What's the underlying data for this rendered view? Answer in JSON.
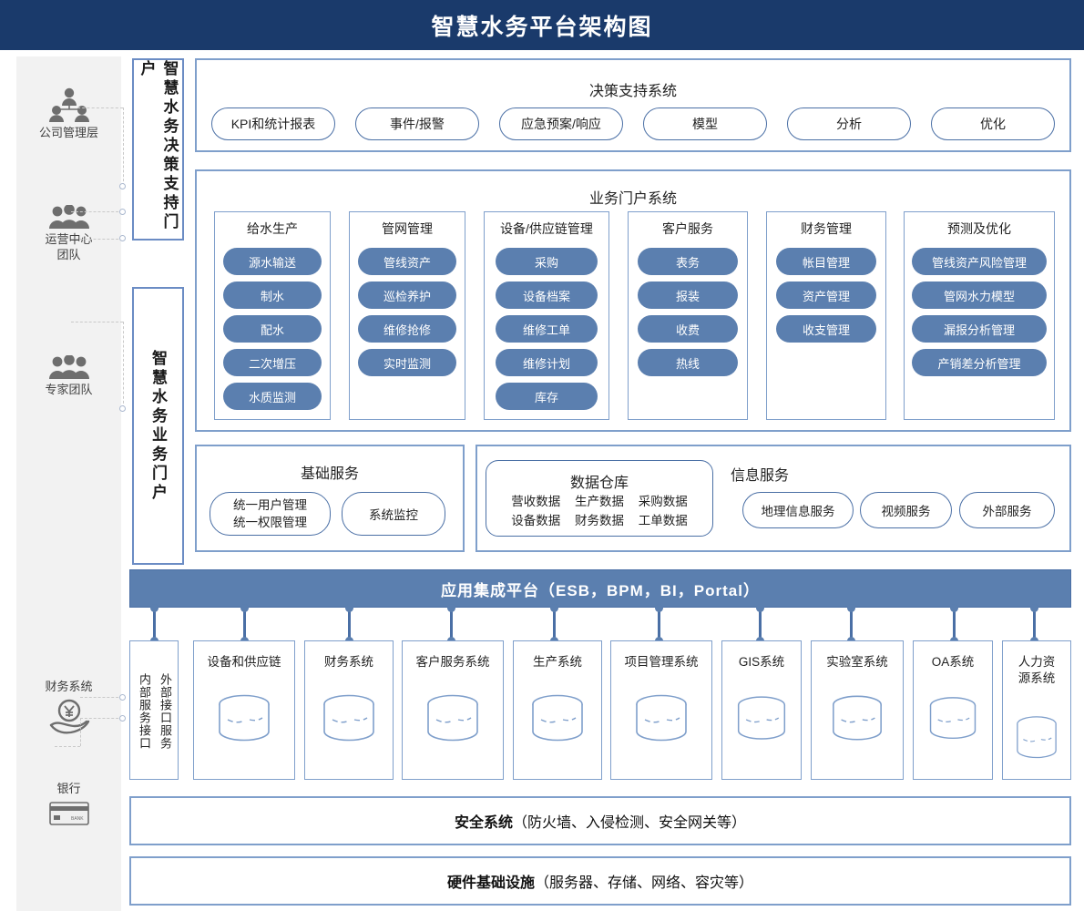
{
  "title": "智慧水务平台架构图",
  "actors": [
    {
      "label": "公司管理层",
      "icon": "org-people-icon"
    },
    {
      "label": "运营中心\n团队",
      "label_l1": "运营中心",
      "label_l2": "团队",
      "icon": "team-people-icon"
    },
    {
      "label": "专家团队",
      "icon": "team-people-icon"
    },
    {
      "label": "财务系统",
      "icon": "money-hand-icon"
    },
    {
      "label": "银行",
      "icon": "bank-card-icon"
    }
  ],
  "portals": [
    {
      "label": "智慧水务决策支持门户"
    },
    {
      "label": "智慧水务业务门户"
    }
  ],
  "decision_support": {
    "title": "决策支持系统",
    "items": [
      "KPI和统计报表",
      "事件/报警",
      "应急预案/响应",
      "模型",
      "分析",
      "优化"
    ]
  },
  "business_portal": {
    "title": "业务门户系统",
    "columns": [
      {
        "header": "给水生产",
        "items": [
          "源水输送",
          "制水",
          "配水",
          "二次增压",
          "水质监测"
        ]
      },
      {
        "header": "管网管理",
        "items": [
          "管线资产",
          "巡检养护",
          "维修抢修",
          "实时监测"
        ]
      },
      {
        "header": "设备/供应链管理",
        "items": [
          "采购",
          "设备档案",
          "维修工单",
          "维修计划",
          "库存"
        ]
      },
      {
        "header": "客户服务",
        "items": [
          "表务",
          "报装",
          "收费",
          "热线"
        ]
      },
      {
        "header": "财务管理",
        "items": [
          "帐目管理",
          "资产管理",
          "收支管理"
        ]
      },
      {
        "header": "预测及优化",
        "items": [
          "管线资产风险管理",
          "管网水力模型",
          "漏报分析管理",
          "产销差分析管理"
        ]
      }
    ]
  },
  "basic_services": {
    "title": "基础服务",
    "items": [
      {
        "line1": "统一用户管理",
        "line2": "统一权限管理"
      },
      {
        "line1": "系统监控",
        "line2": ""
      }
    ]
  },
  "info_services": {
    "title": "信息服务",
    "data_warehouse": {
      "title": "数据仓库",
      "row1": [
        "营收数据",
        "生产数据",
        "采购数据"
      ],
      "row2": [
        "设备数据",
        "财务数据",
        "工单数据"
      ]
    },
    "items": [
      "地理信息服务",
      "视频服务",
      "外部服务"
    ]
  },
  "integration": {
    "label": "应用集成平台（ESB，BPM，BI，Portal）"
  },
  "interface_column": {
    "left_label": "内部服务接口",
    "right_label": "外部接口服务"
  },
  "systems": [
    {
      "name": "设备和供应链"
    },
    {
      "name": "财务系统"
    },
    {
      "name": "客户服务系统"
    },
    {
      "name": "生产系统"
    },
    {
      "name": "项目管理系统"
    },
    {
      "name": "GIS系统"
    },
    {
      "name": "实验室系统"
    },
    {
      "name": "OA系统"
    },
    {
      "name": "人力资源系统",
      "line1": "人力资",
      "line2": "源系统"
    }
  ],
  "security_bar": {
    "strong": "安全系统",
    "rest": "（防火墙、入侵检测、安全网关等）"
  },
  "hardware_bar": {
    "strong": "硬件基础设施",
    "rest": "（服务器、存储、网络、容灾等）"
  },
  "colors": {
    "title_bg": "#1a3a6b",
    "pill_fill": "#5b7faf",
    "border_blue": "#7f9fcb",
    "accent": "#4a6fa5",
    "panel_bg": "#f2f2f2"
  }
}
